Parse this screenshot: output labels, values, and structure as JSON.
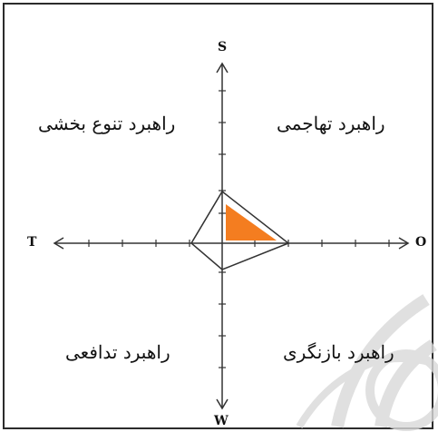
{
  "axes": {
    "top": "S",
    "bottom": "W",
    "left": "T",
    "right": "O"
  },
  "quadrants": {
    "top_right": "راهبرد تهاجمی",
    "top_left": "راهبرد تنوع بخشی",
    "bottom_left": "راهبرد تدافعی",
    "bottom_right": "راهبرد بازنگری"
  },
  "colors": {
    "highlight_fill": "#f47d20",
    "axis": "#333333",
    "frame": "#2b2b2b",
    "watermark": "#d9d9d9"
  }
}
